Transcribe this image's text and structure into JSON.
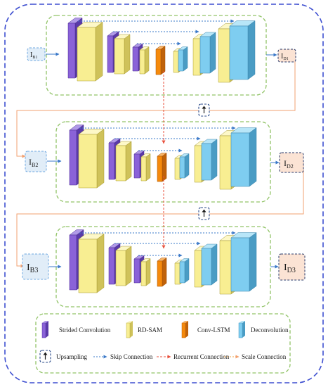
{
  "inputs": [
    {
      "main": "I",
      "sub": "B1"
    },
    {
      "main": "I",
      "sub": "B2"
    },
    {
      "main": "I",
      "sub": "B3"
    }
  ],
  "outputs": [
    {
      "main": "I",
      "sub": "D1"
    },
    {
      "main": "I",
      "sub": "D2"
    },
    {
      "main": "I",
      "sub": "D3"
    }
  ],
  "legend": {
    "items": [
      {
        "label": "Strided Convolution",
        "color": "#8a62d8",
        "icon": "purple-block-icon"
      },
      {
        "label": "RD-SAM",
        "color": "#f8ee92",
        "icon": "yellow-block-icon"
      },
      {
        "label": "Conv-LSTM",
        "color": "#f58a0c",
        "icon": "orange-block-icon"
      },
      {
        "label": "Deconvolution",
        "color": "#7ecdf0",
        "icon": "blue-block-icon"
      }
    ],
    "connections": [
      {
        "label": "Upsampling",
        "icon": "upsampling-icon"
      },
      {
        "label": "Skip Connection",
        "color": "#3a78c8",
        "style": "dotted-arrow"
      },
      {
        "label": "Recurrent Connection",
        "color": "#e8503c",
        "style": "dashed-arrow"
      },
      {
        "label": "Scale Connection",
        "color": "#f2a23c",
        "style": "dotted-arrow"
      }
    ]
  },
  "colors": {
    "outer_border": "#3e4fd0",
    "stage_border": "#92c468",
    "input_fill": "#e1edf8",
    "output_fill": "#fbe3d4",
    "scale_line": "#f2a070"
  }
}
